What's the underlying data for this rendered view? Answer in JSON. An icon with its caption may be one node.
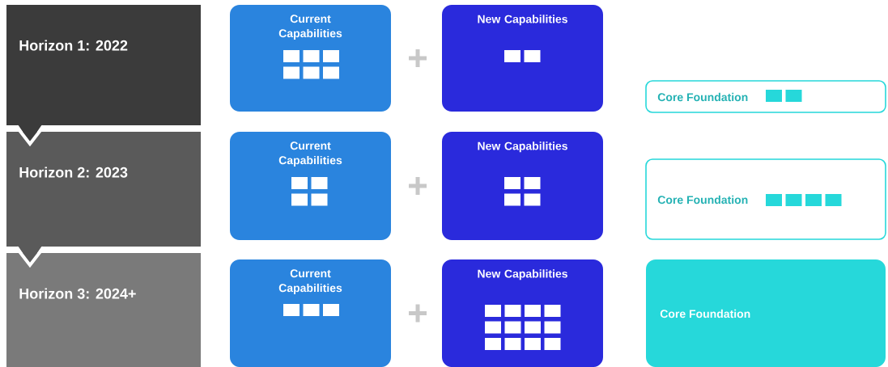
{
  "diagram": {
    "nodes": [
      {
        "text": [
          "Horizon 1: 2022"
        ]
      },
      {
        "text": [
          "Current Capabilities"
        ]
      },
      {
        "text": [
          "New Capabilities"
        ]
      },
      {
        "text": [
          "Core Foundation"
        ]
      },
      {
        "text": [
          "Horizon 2: 2023"
        ]
      },
      {
        "text": [
          "Current Capabilities"
        ]
      },
      {
        "text": [
          "New Capabilities"
        ]
      },
      {
        "text": [
          "Core Foundation"
        ]
      },
      {
        "text": [
          "Horizon 3: 2024+"
        ]
      },
      {
        "text": [
          "Current Capabilities"
        ]
      },
      {
        "text": [
          "New Capabilities"
        ]
      },
      {
        "text": [
          "Core Foundation"
        ]
      }
    ]
  }
}
